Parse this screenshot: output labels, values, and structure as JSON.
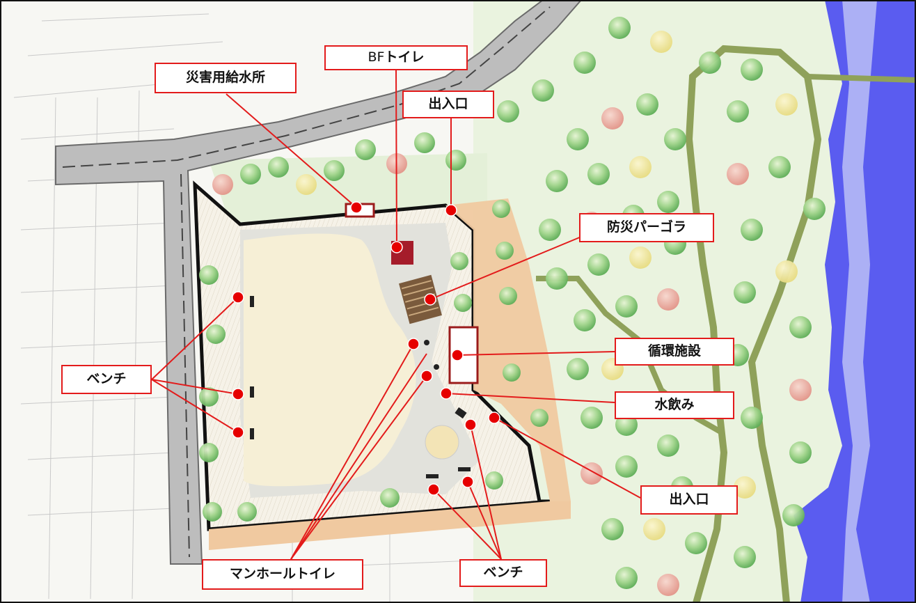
{
  "map": {
    "labels": {
      "water_supply": "災害用給水所",
      "bf_toilet_prefix": "BF",
      "bf_toilet": "トイレ",
      "entrance_top": "出入口",
      "pergola": "防災パーゴラ",
      "circulation": "循環施設",
      "fountain": "水飲み",
      "entrance_right": "出入口",
      "bench_left": "ベンチ",
      "manhole_toilet": "マンホールトイレ",
      "bench_bottom": "ベンチ"
    },
    "colors": {
      "leader": "#e31b1b",
      "marker": "#e60000",
      "water": "#5a5cf0",
      "park_lawn": "#f6efd6",
      "paved_path": "#f0c9a0",
      "road": "#bdbdbd",
      "trail": "#8fa15a"
    }
  }
}
